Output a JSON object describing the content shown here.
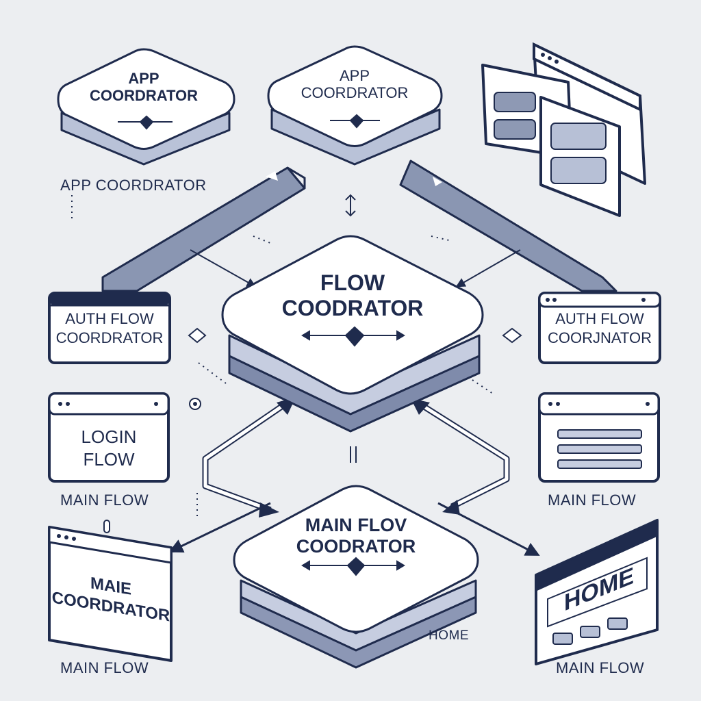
{
  "nodes": {
    "app_top_left": "APP\nCOORDRATOR",
    "app_top_center": "APP\nCOORDRATOR",
    "flow_center": "FLOW\nCOODRATOR",
    "main_bottom": "MAIN FLOV\nCOODRATOR"
  },
  "windows": {
    "auth_left": "AUTH FLOW\nCOORDRATOR",
    "auth_right": "AUTH FLOW\nCOORJNATOR",
    "login": "LOGIN\nFLOW",
    "main_coord": "MAIE\nCOORDRATOR",
    "home": "HOME"
  },
  "labels": {
    "app_coordinator": "APP COORDRATOR",
    "main_flow_left": "MAIN FLOW",
    "main_flow_right": "MAIN FLOW",
    "main_flow_bottom_left": "MAIN FLOW",
    "main_flow_bottom_right": "MAIN FLOW",
    "home_small": "HOME"
  },
  "colors": {
    "ink": "#1f2b4d",
    "card": "#ffffff",
    "card_side": "#aeb8d0",
    "pipe": "#7d8aa6",
    "background": "#eceef1"
  }
}
